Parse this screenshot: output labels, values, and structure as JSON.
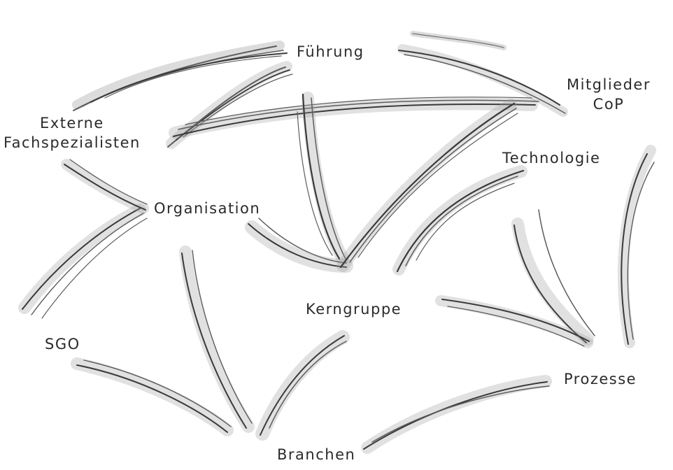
{
  "diagram": {
    "nodes": {
      "fuehrung": "Führung",
      "mitglieder_line1": "Mitglieder",
      "mitglieder_line2": "CoP",
      "externe_line1": "Externe",
      "externe_line2": "Fachspezialisten",
      "technologie": "Technologie",
      "organisation": "Organisation",
      "kerngruppe": "Kerngruppe",
      "sgo": "SGO",
      "prozesse": "Prozesse",
      "branchen": "Branchen"
    },
    "colors": {
      "background": "#ffffff",
      "text": "#2b2b2b",
      "pencil": "#5c5c5c"
    }
  }
}
